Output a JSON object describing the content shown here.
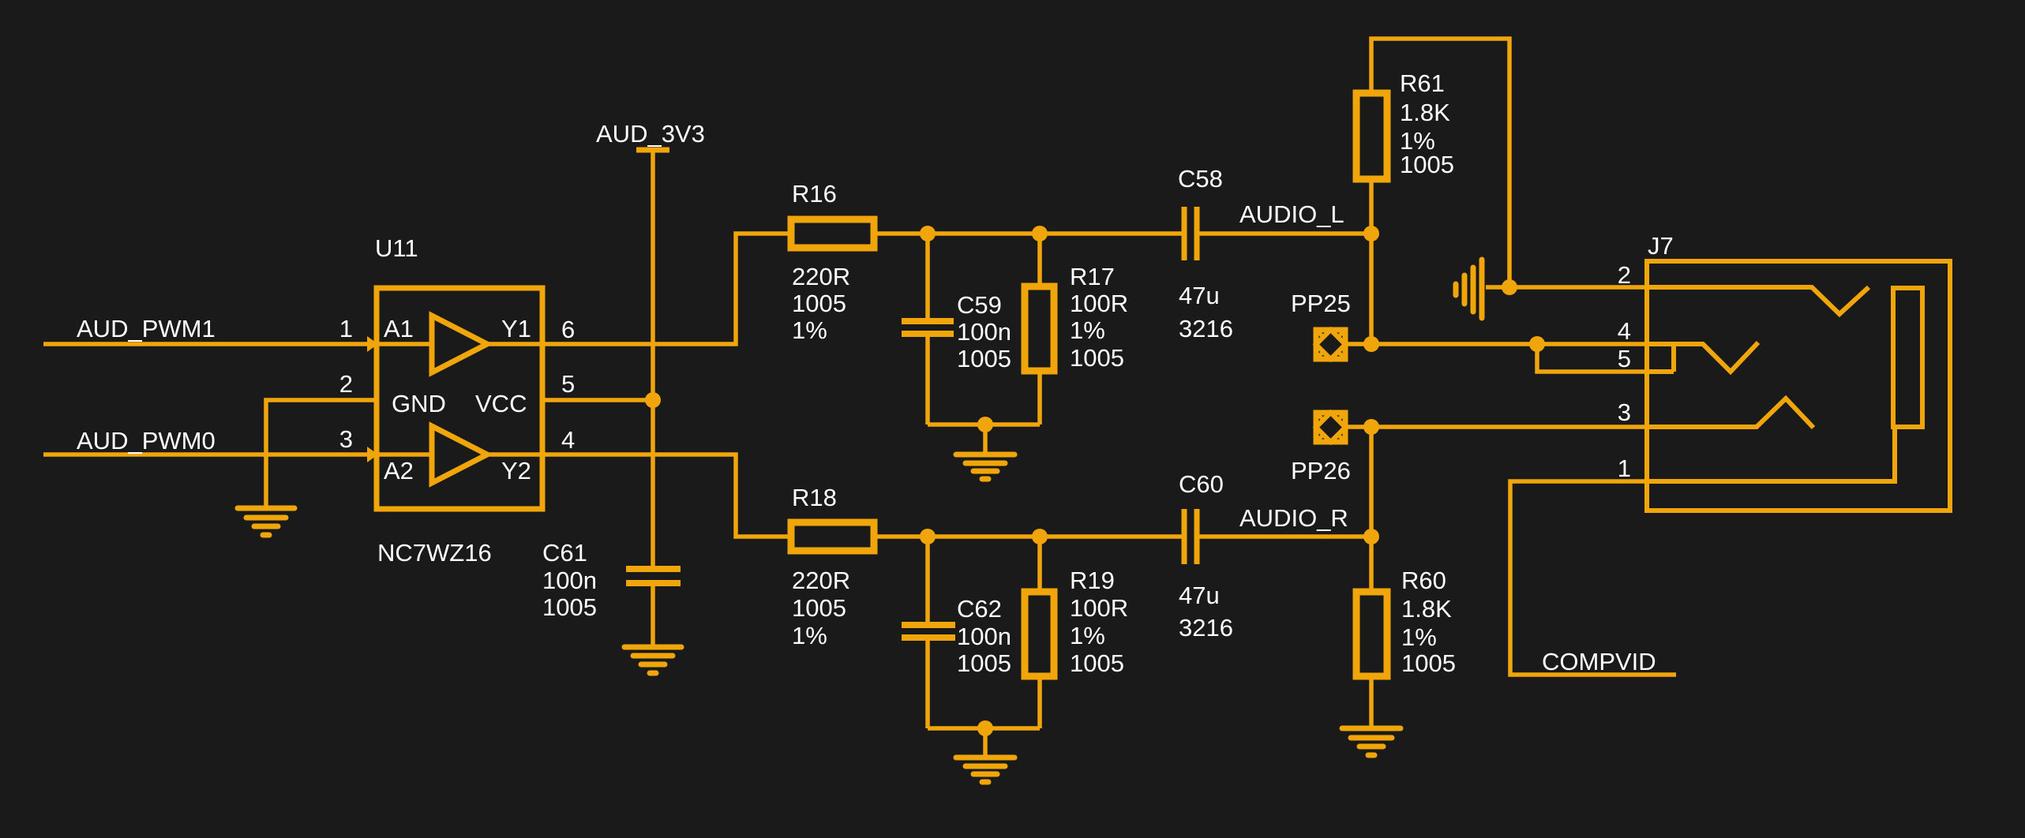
{
  "page": {
    "background": "#1a1a1a",
    "wire_color": "#f0a50a",
    "text_color": "#ffffff"
  },
  "nets": {
    "aud_pwm1": "AUD_PWM1",
    "aud_pwm0": "AUD_PWM0",
    "aud_3v3": "AUD_3V3",
    "audio_l": "AUDIO_L",
    "audio_r": "AUDIO_R",
    "compvid": "COMPVID"
  },
  "components": {
    "u11": {
      "ref": "U11",
      "part": "NC7WZ16",
      "ports": {
        "a1": "A1",
        "y1": "Y1",
        "gnd": "GND",
        "vcc": "VCC",
        "a2": "A2",
        "y2": "Y2"
      },
      "pins": {
        "p1": "1",
        "p2": "2",
        "p3": "3",
        "p4": "4",
        "p5": "5",
        "p6": "6"
      }
    },
    "r16": {
      "ref": "R16",
      "value": "220R",
      "package": "1005",
      "tolerance": "1%"
    },
    "r17": {
      "ref": "R17",
      "value": "100R",
      "tolerance": "1%",
      "package": "1005"
    },
    "r18": {
      "ref": "R18",
      "value": "220R",
      "package": "1005",
      "tolerance": "1%"
    },
    "r19": {
      "ref": "R19",
      "value": "100R",
      "tolerance": "1%",
      "package": "1005"
    },
    "r60": {
      "ref": "R60",
      "value": "1.8K",
      "tolerance": "1%",
      "package": "1005"
    },
    "r61": {
      "ref": "R61",
      "value": "1.8K",
      "tolerance": "1%",
      "package": "1005"
    },
    "c58": {
      "ref": "C58",
      "value": "47u",
      "package": "3216"
    },
    "c59": {
      "ref": "C59",
      "value": "100n",
      "package": "1005"
    },
    "c60": {
      "ref": "C60",
      "value": "47u",
      "package": "3216"
    },
    "c61": {
      "ref": "C61",
      "value": "100n",
      "package": "1005"
    },
    "c62": {
      "ref": "C62",
      "value": "100n",
      "package": "1005"
    },
    "pp25": {
      "ref": "PP25"
    },
    "pp26": {
      "ref": "PP26"
    },
    "j7": {
      "ref": "J7",
      "pins": {
        "p1": "1",
        "p2": "2",
        "p3": "3",
        "p4": "4",
        "p5": "5"
      }
    }
  }
}
